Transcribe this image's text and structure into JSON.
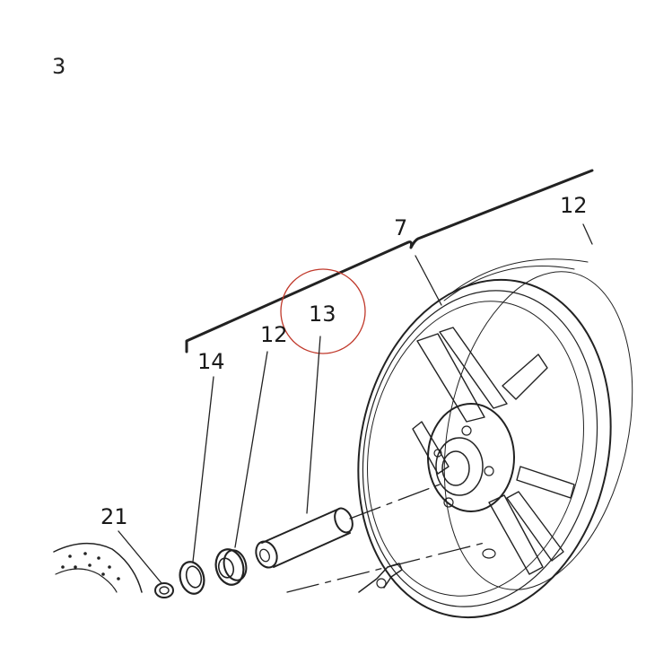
{
  "page": {
    "number": "3"
  },
  "callouts": {
    "c7": "7",
    "c12_top": "12",
    "c13": "13",
    "c12_mid": "12",
    "c14": "14",
    "c21": "21"
  },
  "colors": {
    "highlight_ring": "#c0392b",
    "line": "#222222"
  }
}
